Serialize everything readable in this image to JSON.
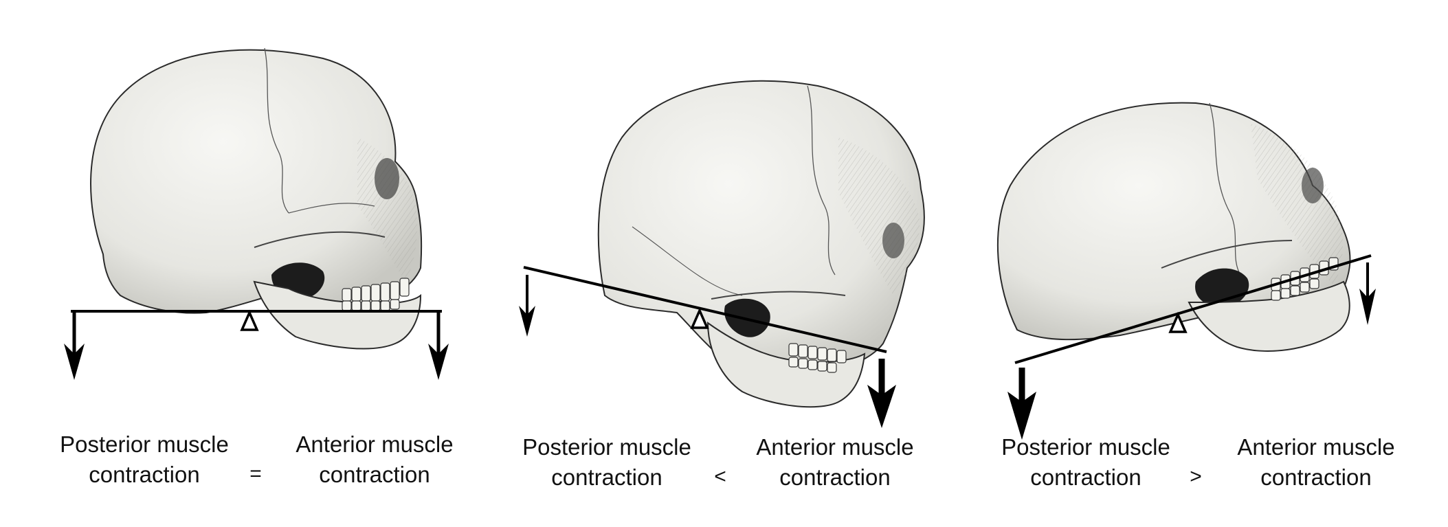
{
  "panels": [
    {
      "posterior_line1": "Posterior muscle",
      "posterior_line2": "contraction",
      "relation": "=",
      "anterior_line1": "Anterior muscle",
      "anterior_line2": "contraction"
    },
    {
      "posterior_line1": "Posterior muscle",
      "posterior_line2": "contraction",
      "relation": "<",
      "anterior_line1": "Anterior muscle",
      "anterior_line2": "contraction"
    },
    {
      "posterior_line1": "Posterior muscle",
      "posterior_line2": "contraction",
      "relation": ">",
      "anterior_line1": "Anterior muscle",
      "anterior_line2": "contraction"
    }
  ],
  "colors": {
    "bone": "#ededea",
    "bone_shadow": "#c9c9c4",
    "outline": "#2a2a2a",
    "ink": "#000000",
    "cavity": "#1c1c1c"
  }
}
